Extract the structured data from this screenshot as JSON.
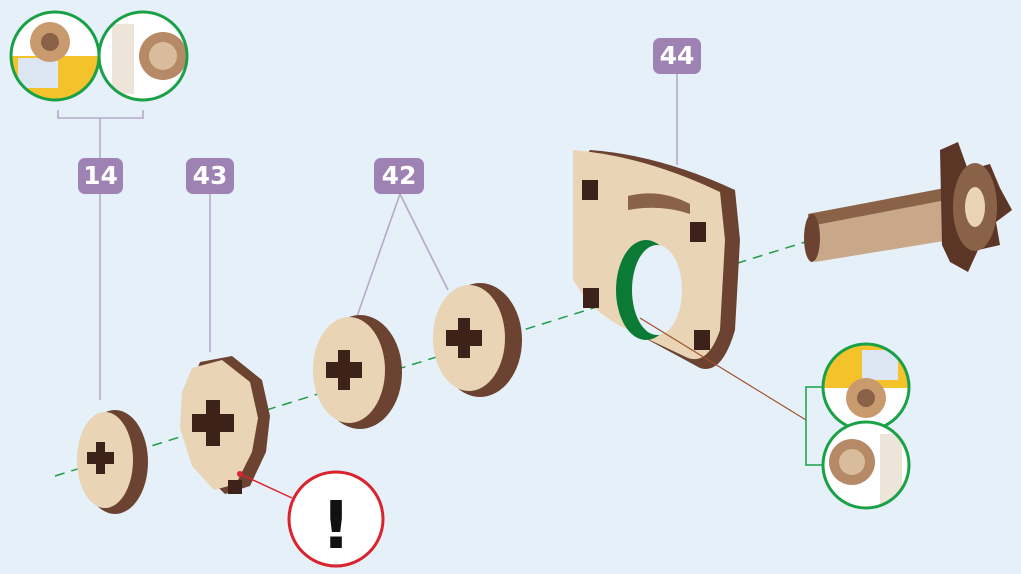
{
  "labels": {
    "part_14": "14",
    "part_43": "43",
    "part_42": "42",
    "part_44": "44"
  },
  "warning": {
    "symbol": "!"
  },
  "colors": {
    "background": "#e6f0f8",
    "badge": "#9d82b3",
    "badge_text": "#ffffff",
    "leader_line": "#b6a9c8",
    "axis_line": "#1e9e44",
    "callout_green": "#1aa147",
    "warning_red": "#d9232d",
    "wood_face": "#e9d4b5",
    "wood_edge": "#6b4330",
    "wood_dark": "#3c2218"
  },
  "icons": [
    "gear-icon",
    "warning-icon"
  ]
}
